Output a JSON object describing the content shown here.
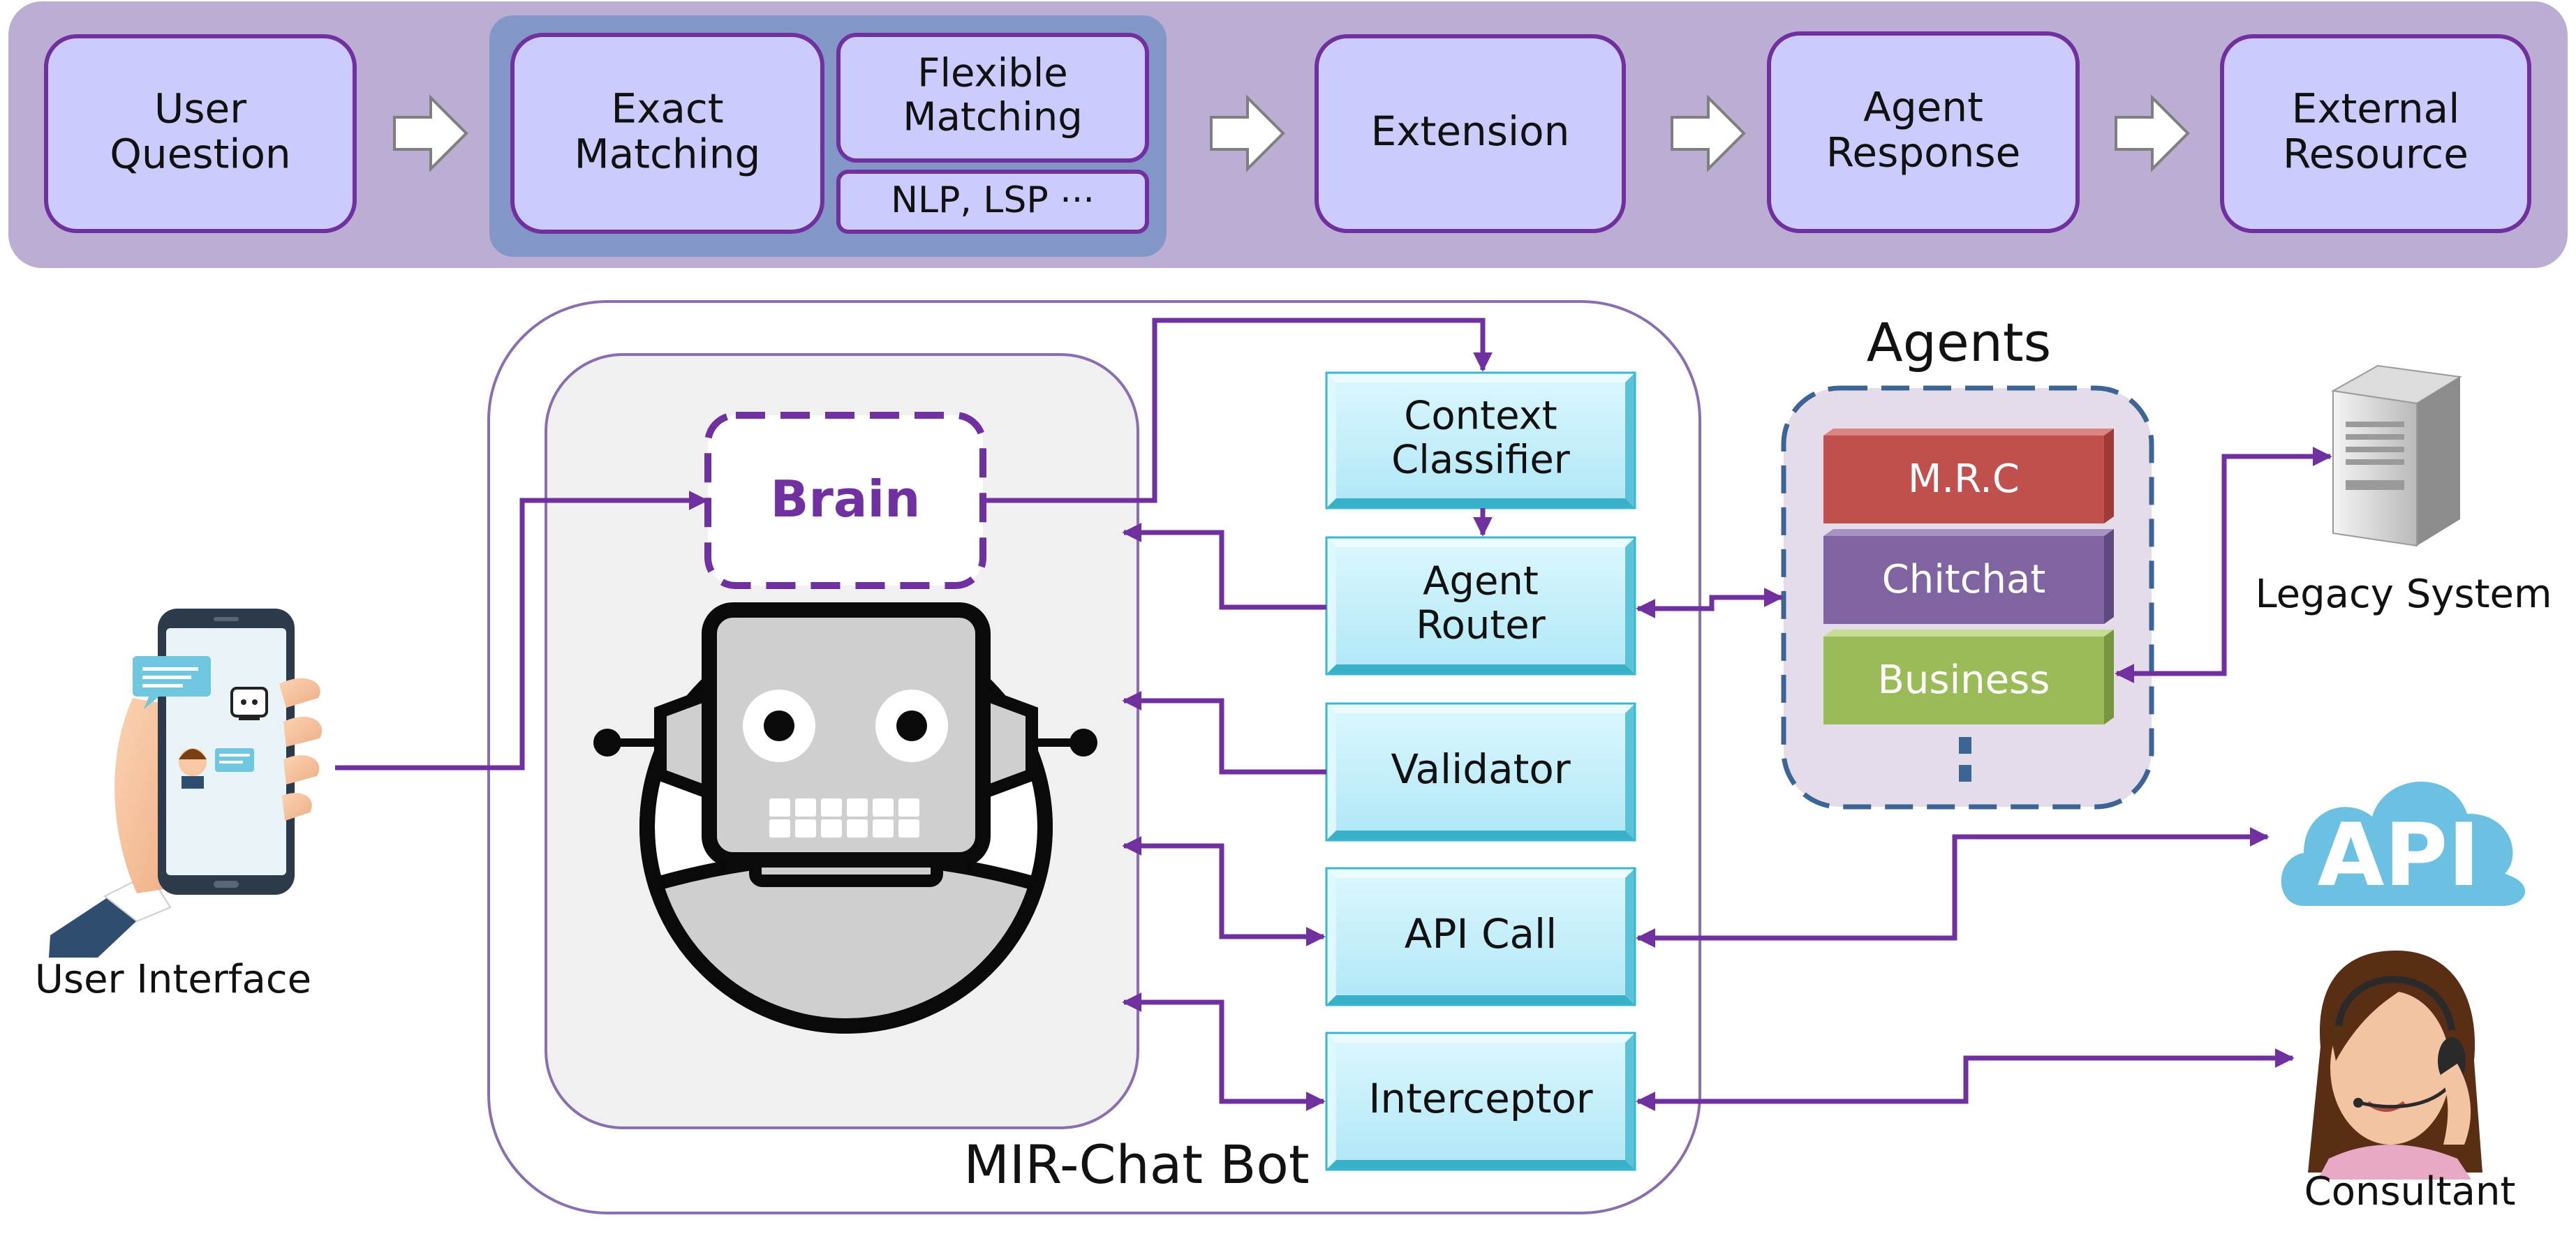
{
  "pipeline": {
    "user_question": "User\nQuestion",
    "exact_matching": "Exact\nMatching",
    "flexible_matching": "Flexible\nMatching",
    "nlp_lsp": "NLP, LSP ···",
    "extension": "Extension",
    "agent_response": "Agent\nResponse",
    "external_resource": "External\nResource"
  },
  "chatbot": {
    "title": "MIR-Chat Bot",
    "brain": "Brain",
    "modules": {
      "context_classifier": "Context\nClassifier",
      "agent_router": "Agent\nRouter",
      "validator": "Validator",
      "api_call": "API Call",
      "interceptor": "Interceptor"
    }
  },
  "agents": {
    "title": "Agents",
    "mrc": "M.R.C",
    "chitchat": "Chitchat",
    "business": "Business"
  },
  "external": {
    "user_interface": "User Interface",
    "legacy_system": "Legacy System",
    "api_cloud": "API",
    "consultant": "Consultant"
  },
  "colors": {
    "banner_bg": "#bcaed2",
    "box_fill": "#cccbfd",
    "box_stroke": "#7130a0",
    "matching_group": "#8397c7",
    "arrow": "#7030a0",
    "module_fill": "#bdeef9",
    "module_edge": "#37b8d0",
    "mrc": "#c0504d",
    "chitchat": "#8064a2",
    "business": "#9bbb59",
    "agents_bg": "#e4dde9",
    "agents_stroke": "#3c6494",
    "cloud": "#6cc0e2"
  }
}
